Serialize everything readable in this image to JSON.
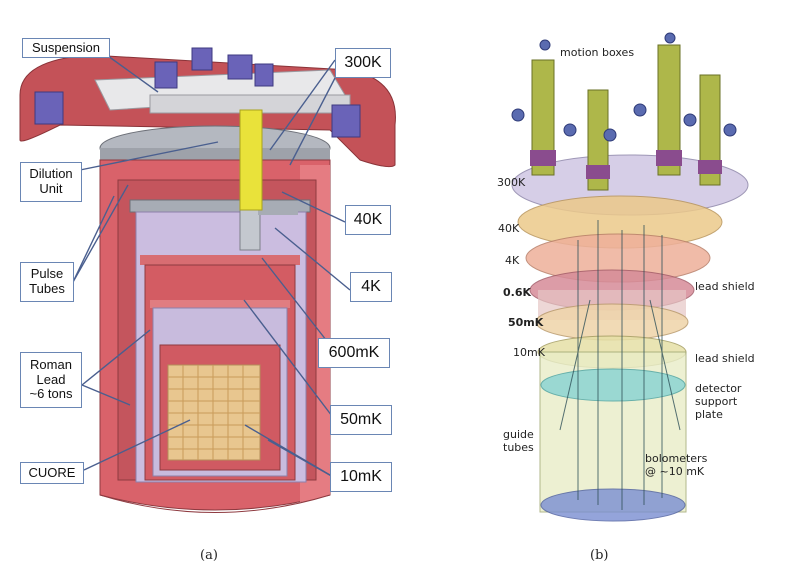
{
  "panel_a": {
    "labels": {
      "suspension": "Suspension",
      "dilution_unit": "Dilution\nUnit",
      "pulse_tubes": "Pulse\nTubes",
      "roman_lead": "Roman\nLead\n~6 tons",
      "cuore": "CUORE",
      "t300k": "300K",
      "t40k": "40K",
      "t4k": "4K",
      "t600mk": "600mK",
      "t50mk": "50mK",
      "t10mk": "10mK"
    },
    "caption": "(a)"
  },
  "panel_b": {
    "labels": {
      "motion_boxes": "motion boxes",
      "t300k": "300K",
      "t40k": "40K",
      "t4k": "4K",
      "t06k": "0.6K",
      "t50mk": "50mK",
      "t10mk": "10mK",
      "lead_shield_1": "lead shield",
      "lead_shield_2": "lead shield",
      "detector_support_plate": "detector\nsupport\nplate",
      "guide_tubes": "guide\ntubes",
      "bolometers": "bolometers\n@ ~10 mK"
    },
    "caption": "(b)"
  },
  "colors": {
    "outer_shield": "#d9626a",
    "inner_purple": "#c7b9de",
    "plate_grey": "#a9aeb6",
    "pulse_yellow": "#e9e23a",
    "crystal_tan": "#e8c68f",
    "callout_border": "#6a86b4",
    "arrow": "#4a5f8f"
  }
}
